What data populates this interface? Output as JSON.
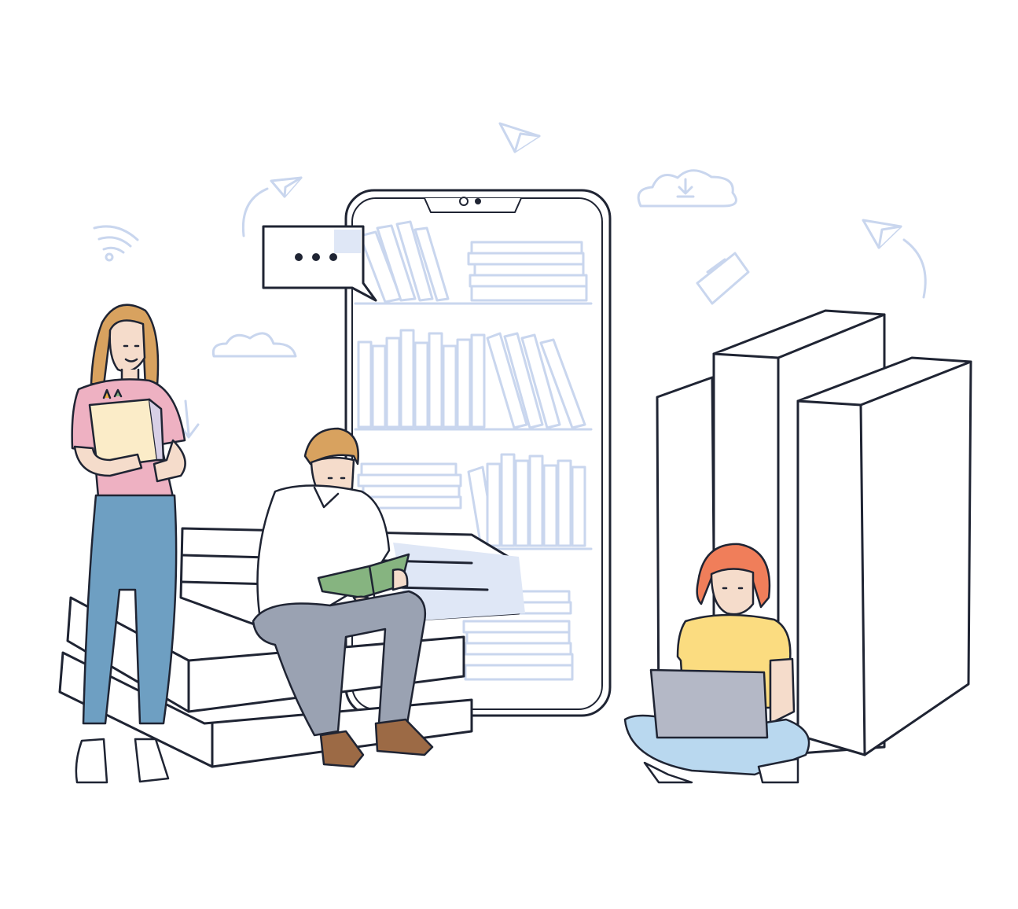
{
  "illustration": {
    "theme": "online-library",
    "icons": [
      "wifi-icon",
      "paper-plane-icon",
      "cloud-download-icon",
      "folder-icon",
      "chat-bubble-icon",
      "cloud-icon",
      "arrow-down-icon"
    ],
    "figures": [
      "woman-standing-with-folder",
      "man-sitting-reading",
      "woman-sitting-with-laptop"
    ],
    "colors": {
      "line": "#1f2433",
      "accent_light": "#c9d6ee",
      "pink_shirt": "#eeb1c2",
      "blue_jeans": "#6e9fc2",
      "skin": "#f5dccb",
      "hair_blonde": "#d8a25f",
      "hair_red": "#f07e5a",
      "yellow_shirt": "#fbdc80",
      "laptop": "#b4b8c6",
      "green_book": "#86b480",
      "grey_pants": "#9aa2b2",
      "brown_shoes": "#9c6a45"
    }
  }
}
